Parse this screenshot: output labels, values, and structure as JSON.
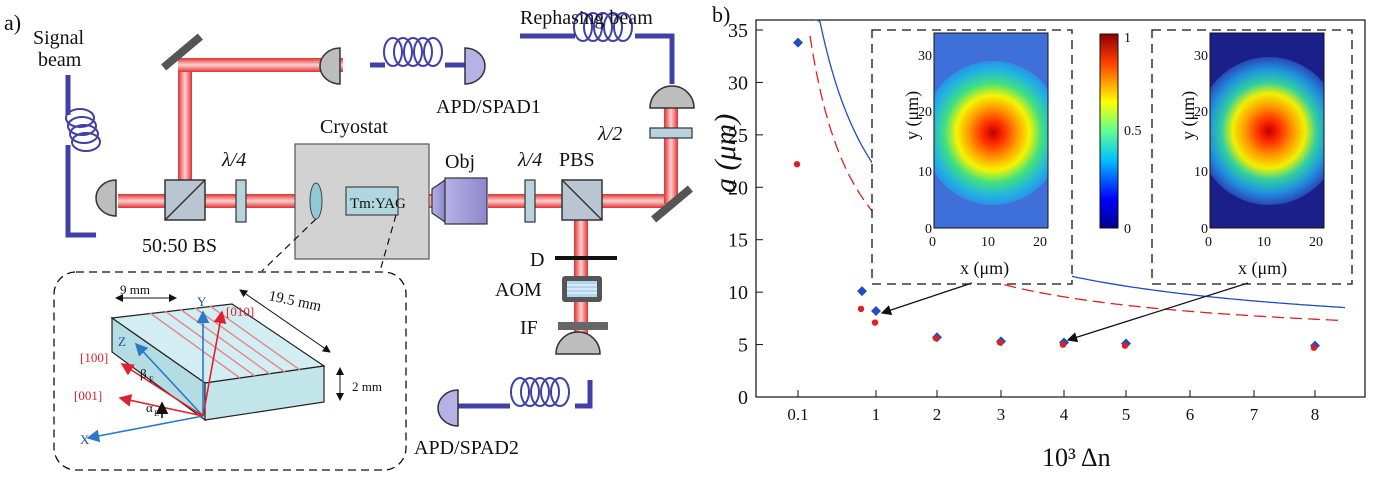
{
  "panel_a": {
    "panel_label": "a)",
    "signal_beam": [
      "Signal",
      "beam"
    ],
    "rephasing_beam": "Rephasing beam",
    "apd1": "APD/SPAD1",
    "apd2": "APD/SPAD2",
    "cryostat": "Cryostat",
    "crystal": "Tm:YAG",
    "obj": "Obj",
    "qwp": "λ/4",
    "hwp": "λ/2",
    "pbs": "PBS",
    "bs": "50:50 BS",
    "d": "D",
    "aom": "AOM",
    "if": "IF",
    "inset": {
      "len9": "9 mm",
      "len195": "19.5 mm",
      "len2": "2 mm",
      "ax_y": "Y",
      "ax_z": "Z",
      "ax_x": "X",
      "dir010": "[010]",
      "dir100": "[100]",
      "dir001": "[001]",
      "beta": "β",
      "beta_sub": "E",
      "alpha": "α",
      "alpha_sub": "E"
    }
  },
  "panel_b": {
    "panel_label": "b)",
    "colorbar": {
      "ticks": [
        "1",
        "0.5",
        "0"
      ]
    },
    "inset_left": {
      "xlabel": "x (μm)",
      "ylabel": "y (μm)",
      "xticks": [
        "0",
        "10",
        "20"
      ],
      "yticks": [
        "30",
        "20",
        "10",
        "0"
      ]
    },
    "inset_right": {
      "xlabel": "x (μm)",
      "ylabel": "y (μm)",
      "xticks": [
        "0",
        "10",
        "20"
      ],
      "yticks": [
        "30",
        "20",
        "10",
        "0"
      ]
    }
  },
  "chart_data": {
    "type": "scatter",
    "xlabel": "10³ Δn",
    "ylabel": "a (μm)",
    "xticks": [
      "0.1",
      "1",
      "2",
      "3",
      "4",
      "5",
      "6",
      "7",
      "8"
    ],
    "ylim": [
      0,
      35
    ],
    "yticks": [
      0,
      5,
      10,
      15,
      20,
      25,
      30,
      35
    ],
    "series": [
      {
        "color": "#1f4fbf",
        "marker": "diamond",
        "line": "solid",
        "x": [
          "0.1",
          "0.8",
          "1",
          "2",
          "3",
          "4",
          "5",
          "8"
        ],
        "values": [
          33.8,
          10.1,
          8.2,
          5.7,
          5.3,
          5.2,
          5.1,
          4.9
        ]
      },
      {
        "color": "#e02020",
        "marker": "circle",
        "line": "dashed",
        "x": [
          "0.1",
          "0.8",
          "1",
          "2",
          "3",
          "4",
          "5",
          "8"
        ],
        "values": [
          22.2,
          8.4,
          7.1,
          5.6,
          5.2,
          5.0,
          4.9,
          4.7
        ]
      }
    ]
  }
}
